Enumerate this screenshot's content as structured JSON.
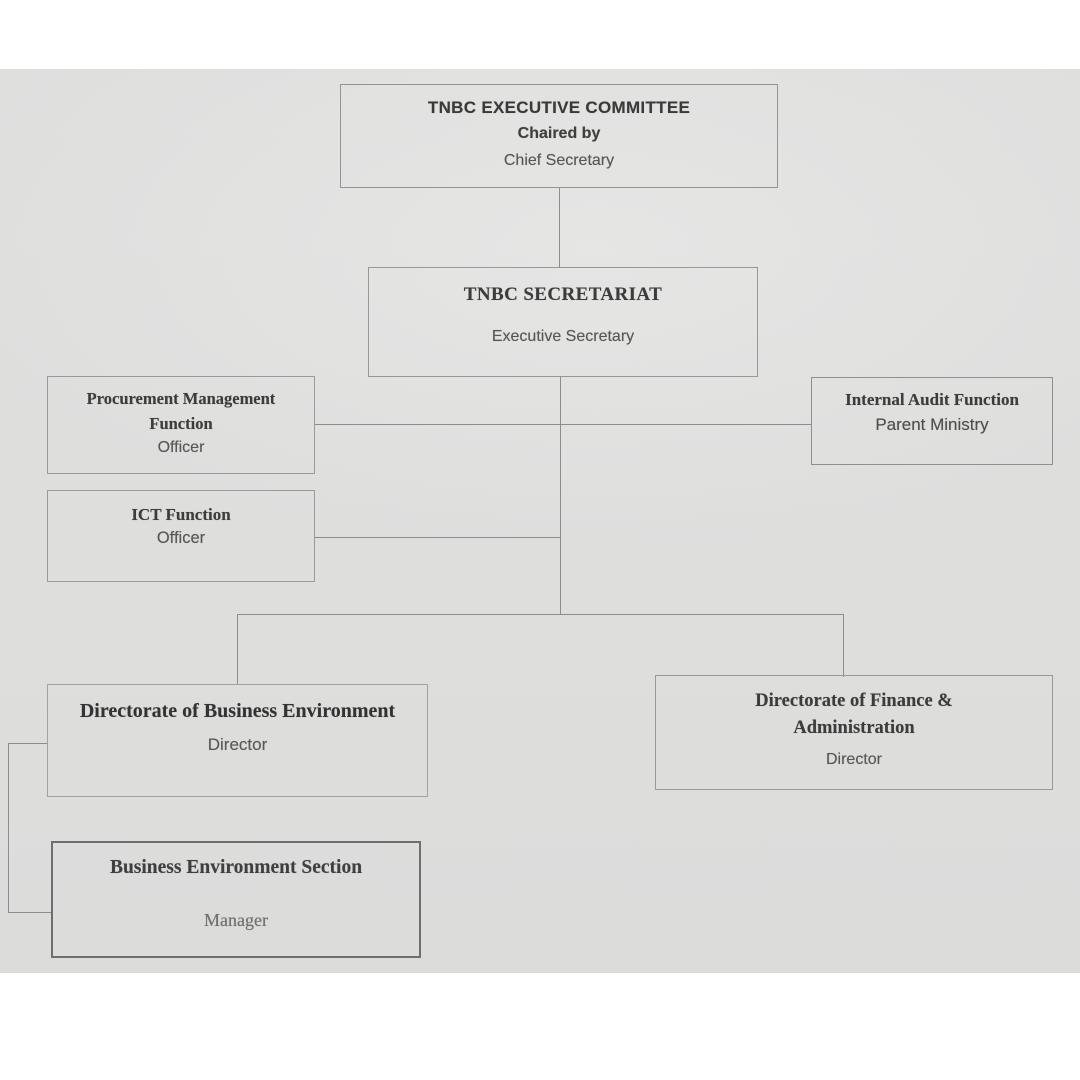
{
  "org_chart": {
    "nodes": {
      "executive_committee": {
        "title": "TNBC EXECUTIVE COMMITTEE",
        "line2": "Chaired by",
        "line3": "Chief Secretary"
      },
      "secretariat": {
        "title": "TNBC SECRETARIAT",
        "role": "Executive Secretary"
      },
      "procurement": {
        "title": "Procurement Management Function",
        "role": "Officer"
      },
      "ict": {
        "title": "ICT Function",
        "role": "Officer"
      },
      "internal_audit": {
        "title": "Internal Audit Function",
        "role": "Parent Ministry"
      },
      "business_environment_directorate": {
        "title": "Directorate of Business Environment",
        "role": "Director"
      },
      "finance_admin_directorate": {
        "title": "Directorate of Finance & Administration",
        "role": "Director"
      },
      "business_environment_section": {
        "title": "Business Environment Section",
        "role": "Manager"
      }
    },
    "edges": [
      {
        "from": "executive_committee",
        "to": "secretariat"
      },
      {
        "from": "secretariat",
        "to": "procurement"
      },
      {
        "from": "secretariat",
        "to": "ict"
      },
      {
        "from": "secretariat",
        "to": "internal_audit"
      },
      {
        "from": "secretariat",
        "to": "business_environment_directorate"
      },
      {
        "from": "secretariat",
        "to": "finance_admin_directorate"
      },
      {
        "from": "business_environment_directorate",
        "to": "business_environment_section"
      }
    ]
  },
  "colors": {
    "scan_background": "#e2e2e1",
    "page_background": "#ffffff",
    "box_border": "#8f8f8f",
    "connector": "#8d8d8d",
    "title_text": "#3c3c3c",
    "subtitle_text": "#575757"
  }
}
